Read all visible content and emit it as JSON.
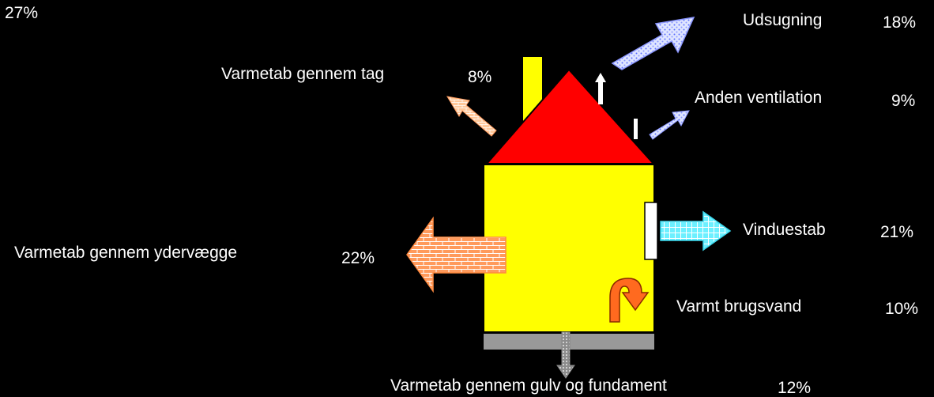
{
  "corner_value": "27%",
  "losses": [
    {
      "id": "roof",
      "label": "Varmetab gennem tag",
      "value": "8%"
    },
    {
      "id": "exhaust",
      "label": "Udsugning",
      "value": "18%"
    },
    {
      "id": "other-ventilation",
      "label": "Anden ventilation",
      "value": "9%"
    },
    {
      "id": "window",
      "label": "Vinduestab",
      "value": "21%"
    },
    {
      "id": "walls",
      "label": "Varmetab gennem ydervægge",
      "value": "22%"
    },
    {
      "id": "hot-water",
      "label": "Varmt brugsvand",
      "value": "10%"
    },
    {
      "id": "floor",
      "label": "Varmetab gennem gulv og fundament",
      "value": "12%"
    }
  ],
  "colors": {
    "background": "#000000",
    "house_wall": "#ffff00",
    "roof": "#ff0000",
    "foundation": "#999999",
    "wall_arrow": "#ff9a5c",
    "window_arrow": "#6cf0ff",
    "exhaust_arrow": "#c9d4ff",
    "hot_water_arrow": "#ff6a1f"
  }
}
